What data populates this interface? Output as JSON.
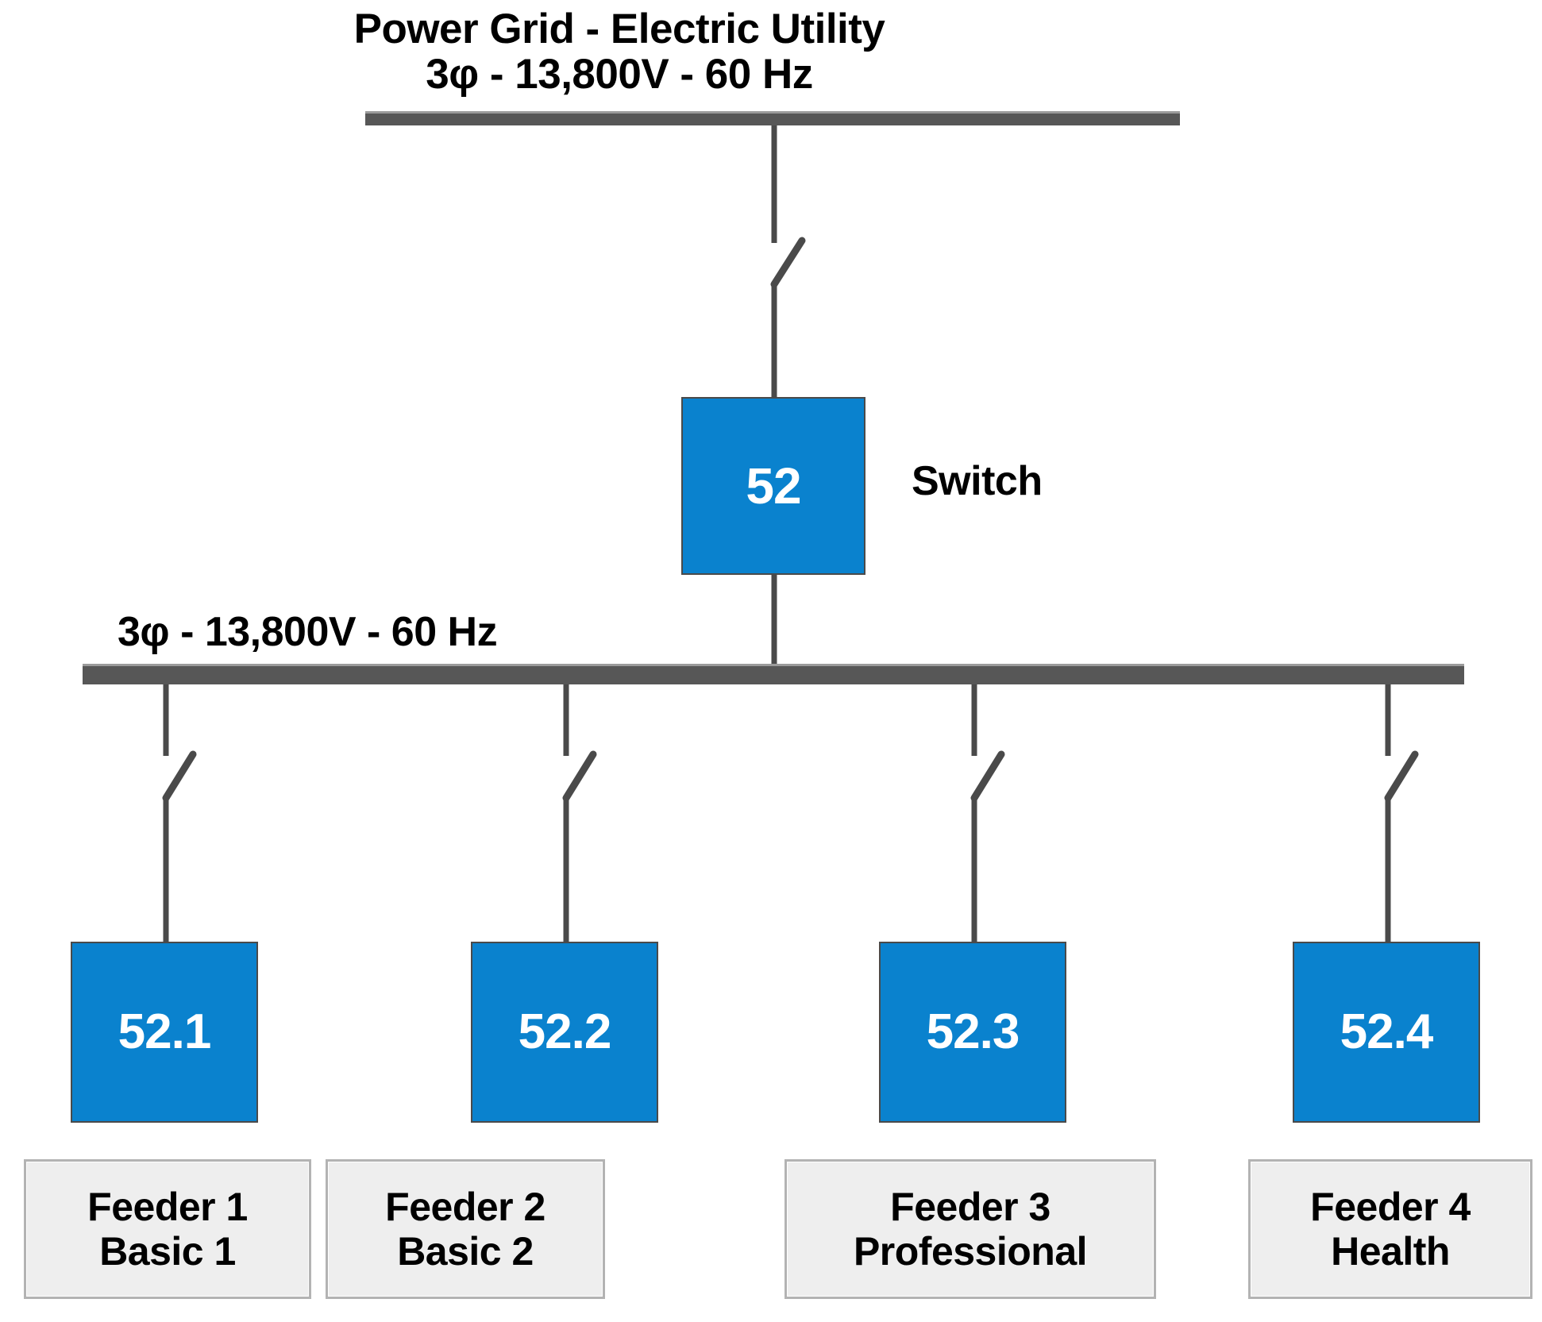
{
  "diagram": {
    "title": {
      "line1": "Power Grid - Electric Utility",
      "line2": "3φ - 13,800V - 60 Hz"
    },
    "colors": {
      "breaker_fill": "#0a82ce",
      "breaker_text": "#ffffff",
      "busbar": "#555555",
      "line": "#4a4a4a",
      "feeder_box_fill": "#eeeeee",
      "feeder_box_border": "#b3b3b3",
      "background": "#ffffff"
    },
    "buses": {
      "utility_bus": {
        "name": "utility-busbar",
        "label": "Power Grid - Electric Utility"
      },
      "distribution_bus": {
        "name": "distribution-busbar",
        "label": "3φ - 13,800V - 60 Hz"
      }
    },
    "main_breaker": {
      "id": "52",
      "annotation": "Switch"
    },
    "feeders": [
      {
        "breaker_id": "52.1",
        "name_line1": "Feeder 1",
        "name_line2": "Basic 1"
      },
      {
        "breaker_id": "52.2",
        "name_line1": "Feeder 2",
        "name_line2": "Basic 2"
      },
      {
        "breaker_id": "52.3",
        "name_line1": "Feeder 3",
        "name_line2": "Professional"
      },
      {
        "breaker_id": "52.4",
        "name_line1": "Feeder 4",
        "name_line2": "Health"
      }
    ]
  }
}
